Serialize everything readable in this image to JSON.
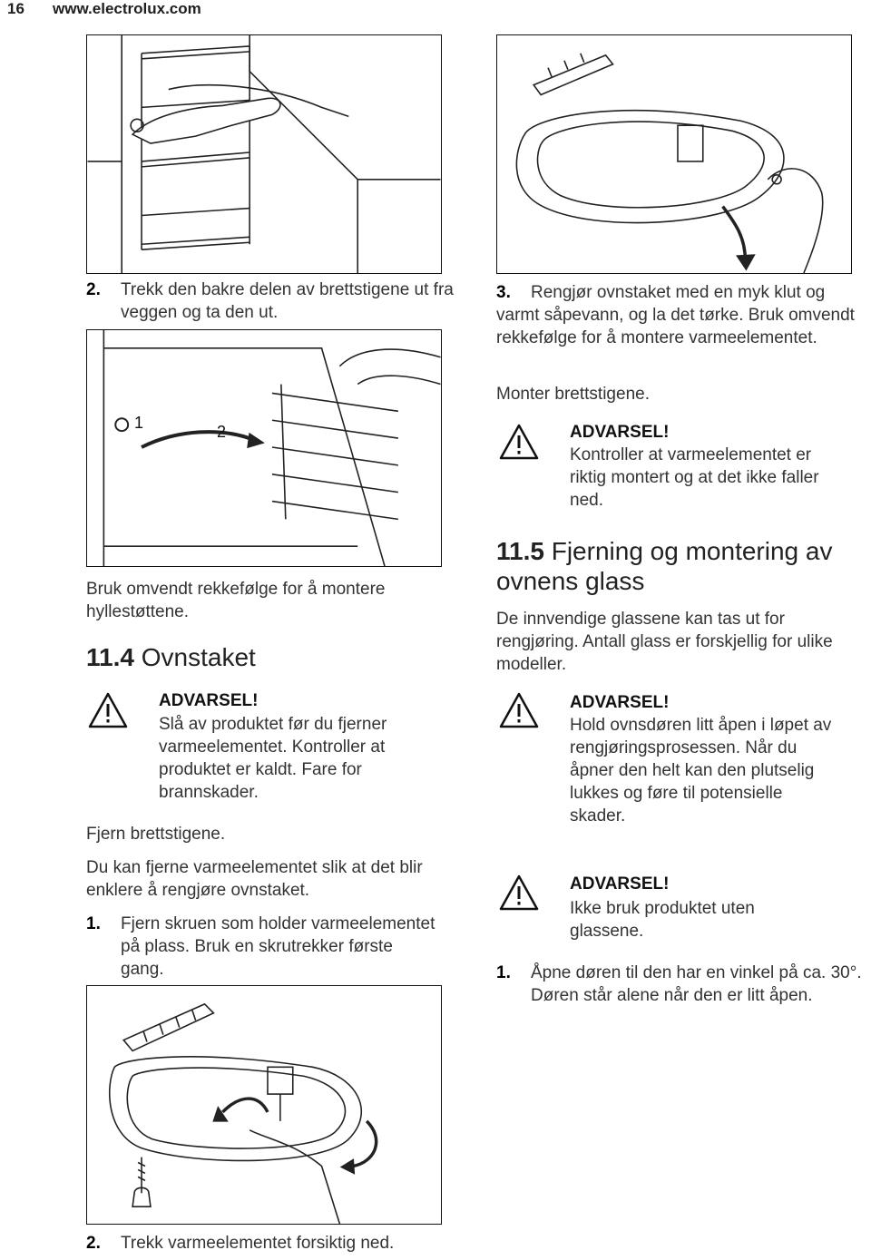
{
  "header": {
    "page_number": "16",
    "site": "www.electrolux.com"
  },
  "left": {
    "step2": {
      "num": "2.",
      "text": "Trekk den bakre delen av brettstigene ut fra veggen og ta den ut."
    },
    "fig_labels": {
      "one": "1",
      "two": "2"
    },
    "reverse_text": "Bruk omvendt rekkefølge for å montere hyllestøttene.",
    "section": {
      "num": "11.4",
      "title": "Ovnstaket"
    },
    "warning": {
      "title": "ADVARSEL!",
      "text": "Slå av produktet før du fjerner varmeelementet. Kontroller at produktet er kaldt. Fare for brannskader."
    },
    "remove_racks": "Fjern brettstigene.",
    "intro": "Du kan fjerne varmeelementet slik at det blir enklere å rengjøre ovnstaket.",
    "step1": {
      "num": "1.",
      "text": "Fjern skruen som holder varmeelementet på plass. Bruk en skrutrekker første gang."
    },
    "bottom_step2": {
      "num": "2.",
      "text": "Trekk varmeelementet forsiktig ned."
    }
  },
  "right": {
    "step3": {
      "num": "3.",
      "text": "Rengjør ovnstaket med en myk klut og varmt såpevann, og la det tørke. Bruk omvendt rekkefølge for å montere varmeelementet."
    },
    "mount": "Monter brettstigene.",
    "warning1": {
      "title": "ADVARSEL!",
      "text": "Kontroller at varmeelementet er riktig montert og at det ikke faller ned."
    },
    "section": {
      "num": "11.5",
      "title": "Fjerning og montering av ovnens glass"
    },
    "intro": "De innvendige glassene kan tas ut for rengjøring. Antall glass er forskjellig for ulike modeller.",
    "warning2": {
      "title": "ADVARSEL!",
      "text": "Hold ovnsdøren litt åpen i løpet av rengjøringsprosessen. Når du åpner den helt kan den plutselig lukkes og føre til potensielle skader."
    },
    "warning3": {
      "title": "ADVARSEL!",
      "text": "Ikke bruk produktet uten glassene."
    },
    "step1": {
      "num": "1.",
      "text": "Åpne døren til den har en vinkel på ca. 30°. Døren står alene når den er litt åpen."
    }
  }
}
